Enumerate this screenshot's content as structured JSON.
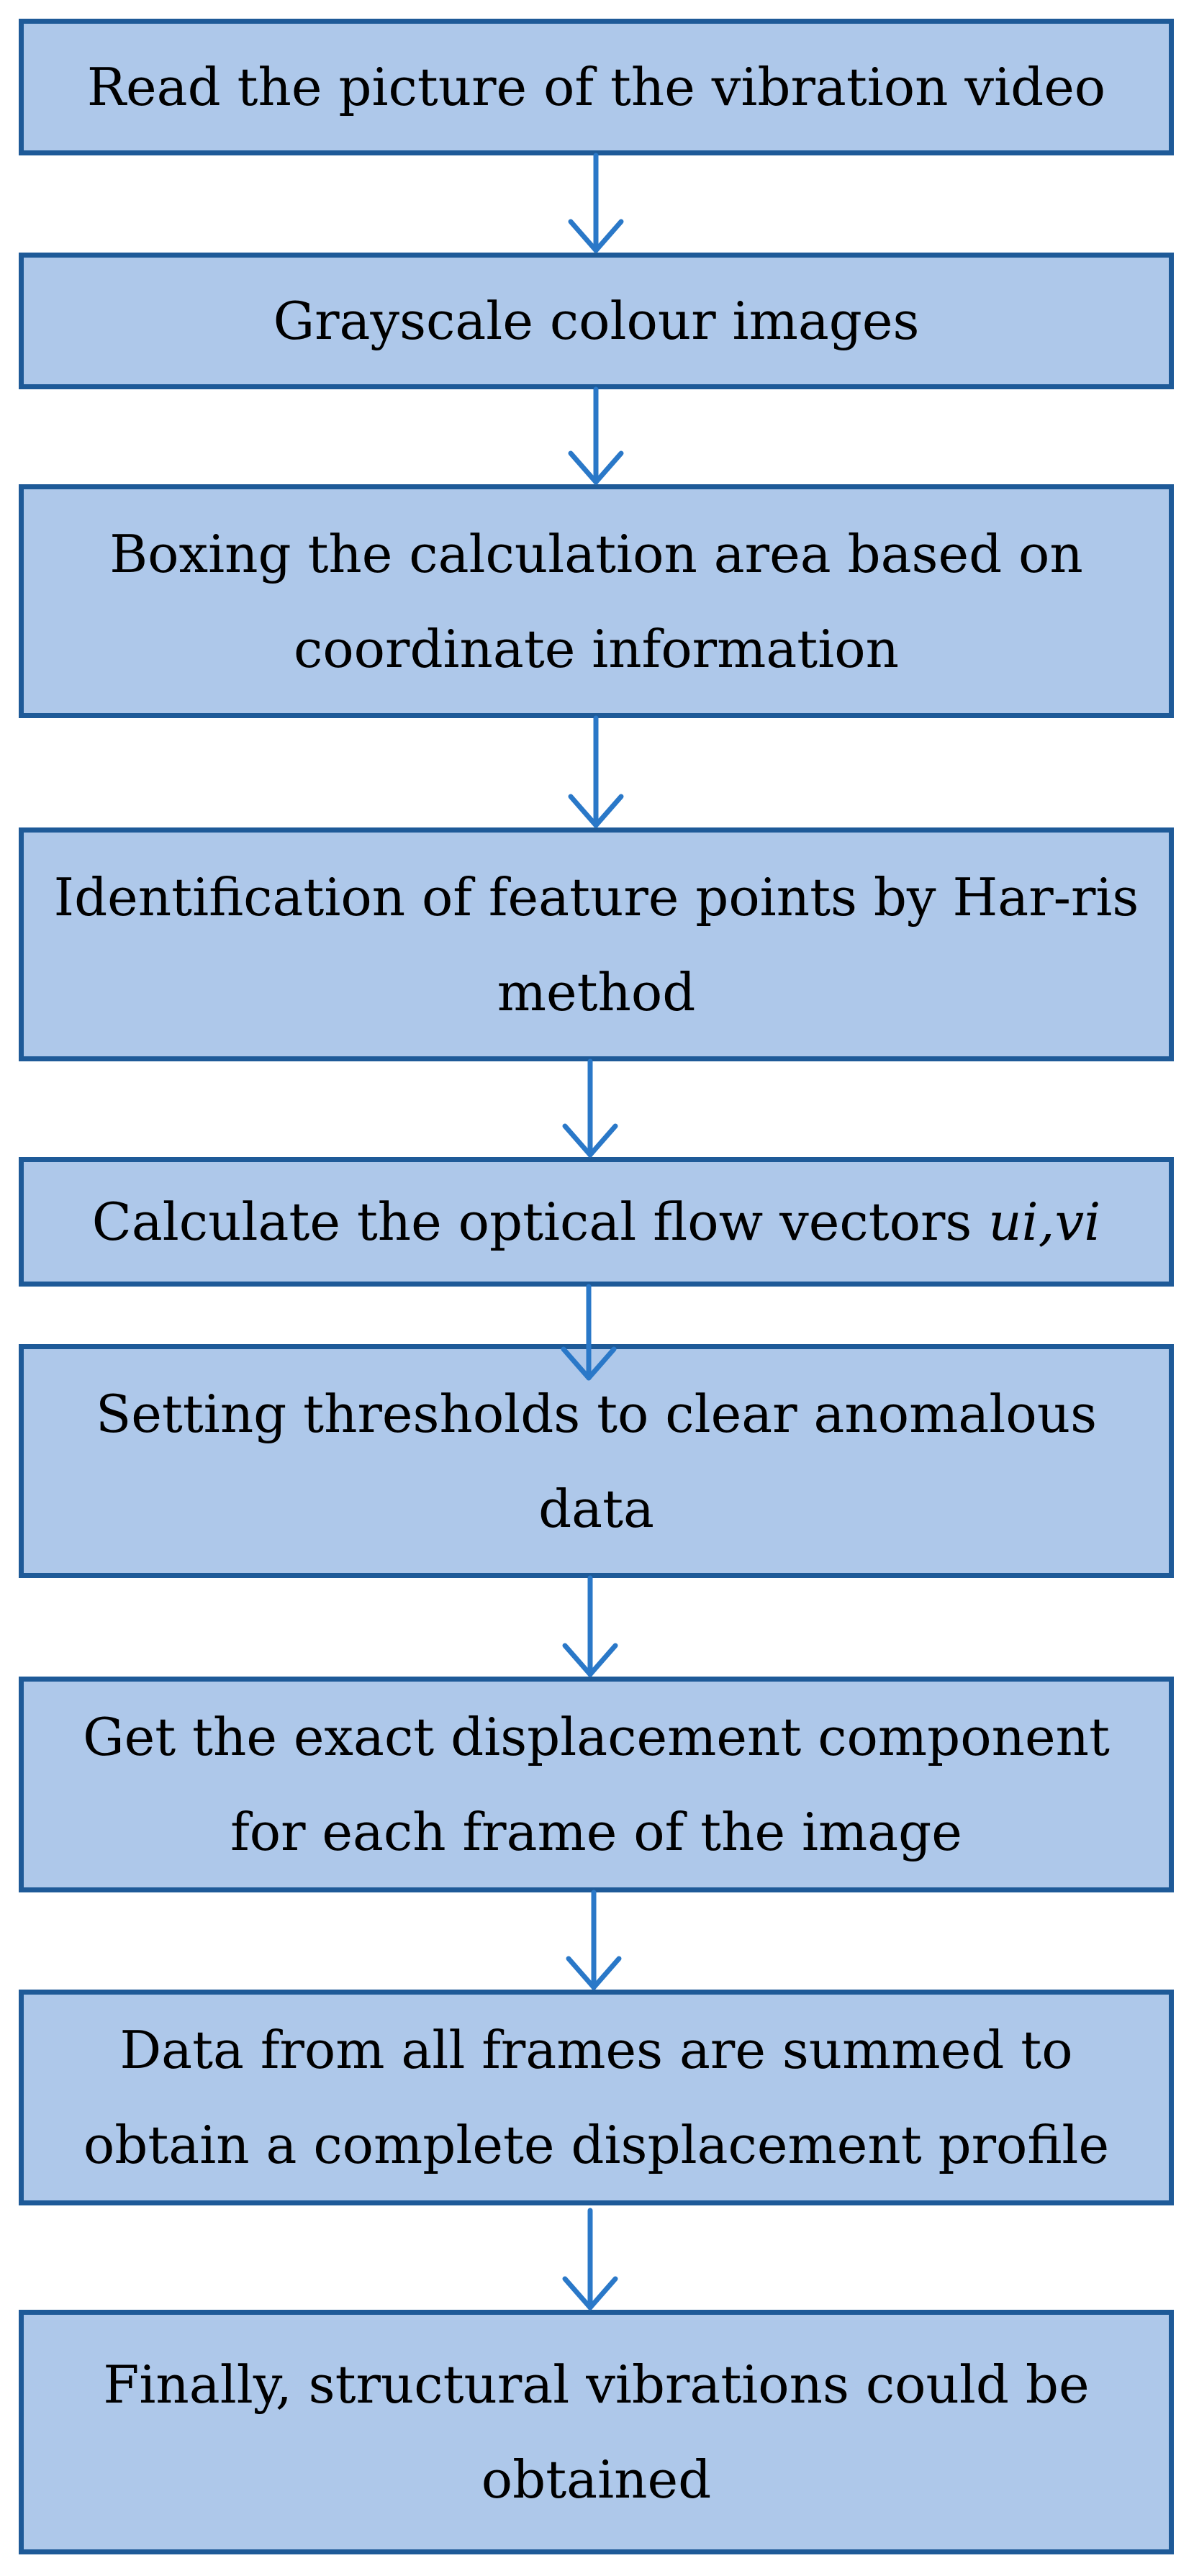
{
  "colors": {
    "box_fill": "#aec8ea",
    "box_border": "#1e5a98",
    "arrow": "#2a78c8",
    "text": "#000000"
  },
  "steps": [
    {
      "text": "Read the picture of the vibration video"
    },
    {
      "text": "Grayscale colour images"
    },
    {
      "text": "Boxing the calculation area based on coordinate information"
    },
    {
      "text": "Identification of feature points by Har-ris method"
    },
    {
      "text": "Calculate the optical flow vectors ",
      "math": "ui,vi"
    },
    {
      "text": "Setting thresholds to clear anomalous data"
    },
    {
      "text": "Get the exact displacement component for each frame of the image"
    },
    {
      "text": "Data from all frames are summed to obtain a complete displacement profile"
    },
    {
      "text": "Finally, structural vibrations could be obtained"
    }
  ]
}
